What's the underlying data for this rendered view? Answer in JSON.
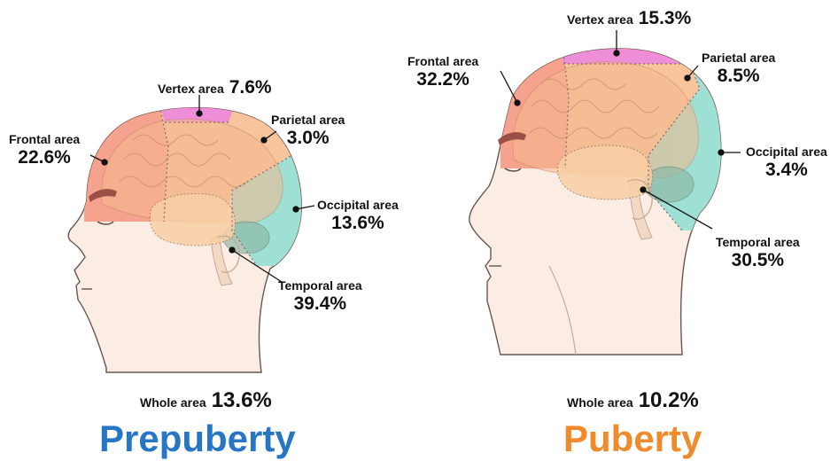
{
  "colors": {
    "prepuberty": "#2676c5",
    "puberty": "#f08a2a",
    "frontal": "#f5a28e",
    "vertex": "#ef8ed8",
    "parietal": "#f7c49c",
    "occipital": "#9fe0d4",
    "temporal": "#f8cfa5",
    "skin": "#fbece4"
  },
  "panels": [
    {
      "stage": "Prepuberty",
      "whole": {
        "name": "Whole area",
        "value": "13.6%"
      },
      "regions": {
        "vertex": {
          "name": "Vertex area",
          "value": "7.6%"
        },
        "frontal": {
          "name": "Frontal area",
          "value": "22.6%"
        },
        "parietal": {
          "name": "Parietal area",
          "value": "3.0%"
        },
        "occipital": {
          "name": "Occipital area",
          "value": "13.6%"
        },
        "temporal": {
          "name": "Temporal area",
          "value": "39.4%"
        }
      }
    },
    {
      "stage": "Puberty",
      "whole": {
        "name": "Whole area",
        "value": "10.2%"
      },
      "regions": {
        "vertex": {
          "name": "Vertex area",
          "value": "15.3%"
        },
        "frontal": {
          "name": "Frontal area",
          "value": "32.2%"
        },
        "parietal": {
          "name": "Parietal area",
          "value": "8.5%"
        },
        "occipital": {
          "name": "Occipital area",
          "value": "3.4%"
        },
        "temporal": {
          "name": "Temporal area",
          "value": "30.5%"
        }
      }
    }
  ]
}
